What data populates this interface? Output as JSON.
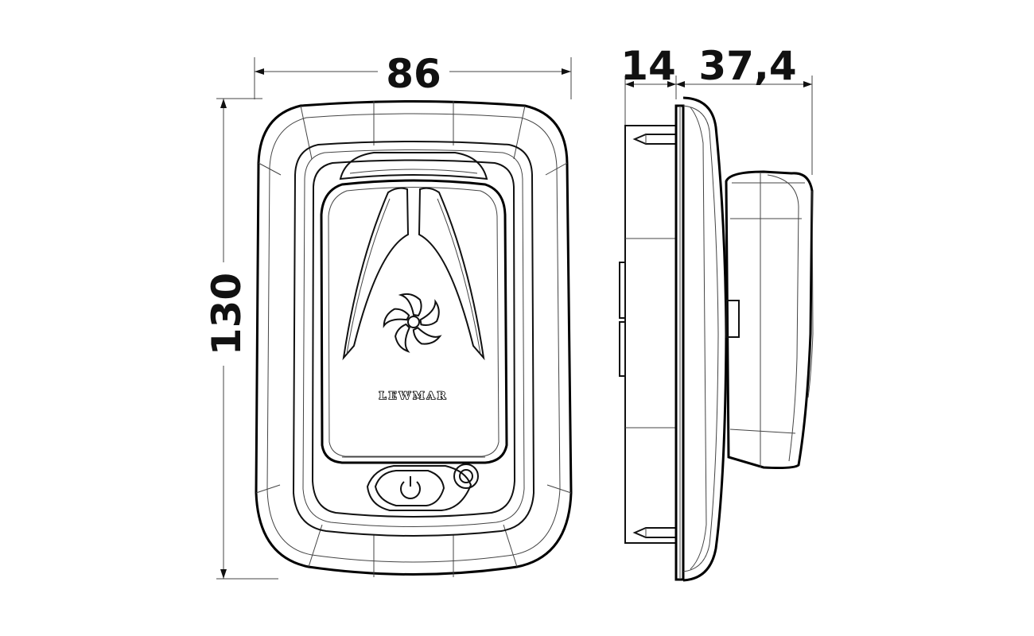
{
  "dimensions": {
    "width": "86",
    "height": "130",
    "depth_rear": "14",
    "depth_front": "37,4"
  },
  "brand": {
    "logo_text": "LEWMAR"
  },
  "icons": {
    "fan": "fan-icon",
    "power": "power-icon"
  }
}
